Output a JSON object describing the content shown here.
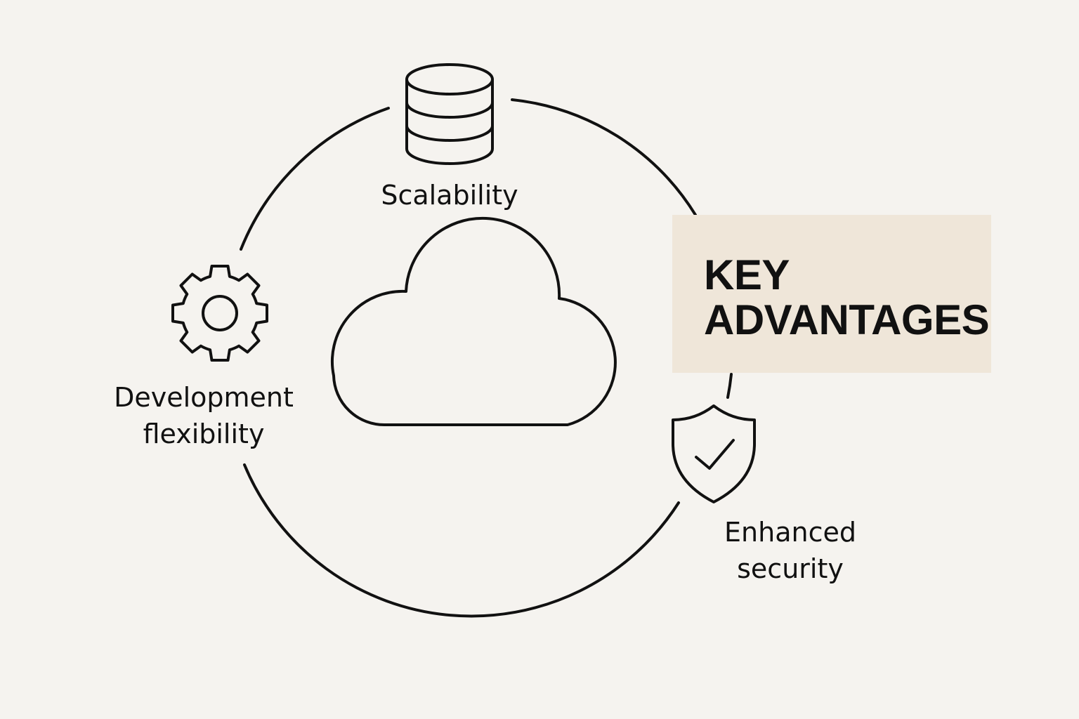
{
  "colors": {
    "background": "#f5f3ef",
    "stroke": "#111111",
    "highlight_box": "#efe6d9"
  },
  "center": {
    "icon": "cloud-icon"
  },
  "features": [
    {
      "icon": "database-icon",
      "lines": [
        "Scalability"
      ]
    },
    {
      "icon": "gear-icon",
      "lines": [
        "Development",
        "flexibility"
      ]
    },
    {
      "icon": "shield-check-icon",
      "lines": [
        "Enhanced",
        "security"
      ]
    }
  ],
  "highlight": {
    "lines": [
      "KEY",
      "ADVANTAGES"
    ]
  }
}
